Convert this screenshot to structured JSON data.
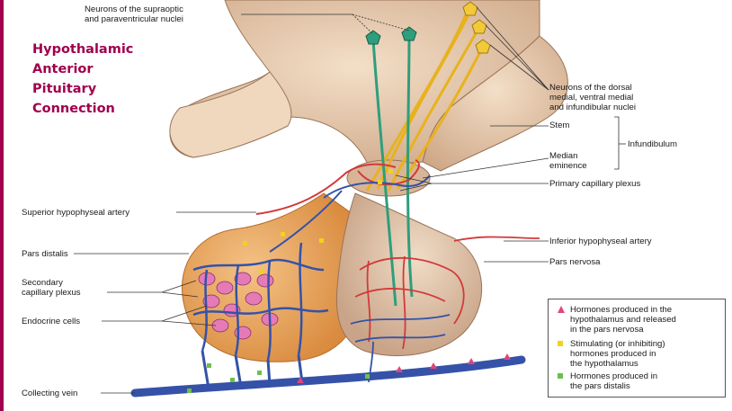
{
  "title_lines": [
    "Hypothalamic",
    "Anterior",
    "Pituitary",
    "Connection"
  ],
  "labels": {
    "supraoptic": [
      "Neurons of the supraoptic",
      "and paraventricular nuclei"
    ],
    "dorsal": [
      "Neurons of the dorsal",
      "medial, ventral medial",
      "and infundibular nuclei"
    ],
    "stem": "Stem",
    "median": [
      "Median",
      "eminence"
    ],
    "infundibulum": "Infundibulum",
    "primary_plexus": "Primary capillary plexus",
    "superior_artery": "Superior hypophyseal artery",
    "inferior_artery": "Inferior hypophyseal artery",
    "pars_distalis": "Pars distalis",
    "pars_nervosa": "Pars nervosa",
    "secondary_plexus": [
      "Secondary",
      "capillary plexus"
    ],
    "endocrine": "Endocrine cells",
    "collecting_vein": "Collecting vein"
  },
  "legend": [
    {
      "symbol": "triangle",
      "color": "#e0457b",
      "lines": [
        "Hormones produced in the",
        "hypothalamus and released",
        "in the pars nervosa"
      ]
    },
    {
      "symbol": "square",
      "color": "#f2d21b",
      "lines": [
        "Stimulating (or inhibiting)",
        "hormones produced in",
        "the hypothalamus"
      ]
    },
    {
      "symbol": "square",
      "color": "#6cc04a",
      "lines": [
        "Hormones produced in",
        "the pars distalis"
      ]
    }
  ],
  "colors": {
    "accent": "#a0004d",
    "brain": "#e8cdb2",
    "gland": "#e6a25a",
    "artery": "#d23a3a",
    "vein": "#3552a8",
    "axon_yellow": "#e8b21e",
    "axon_green": "#2f9e7c"
  }
}
